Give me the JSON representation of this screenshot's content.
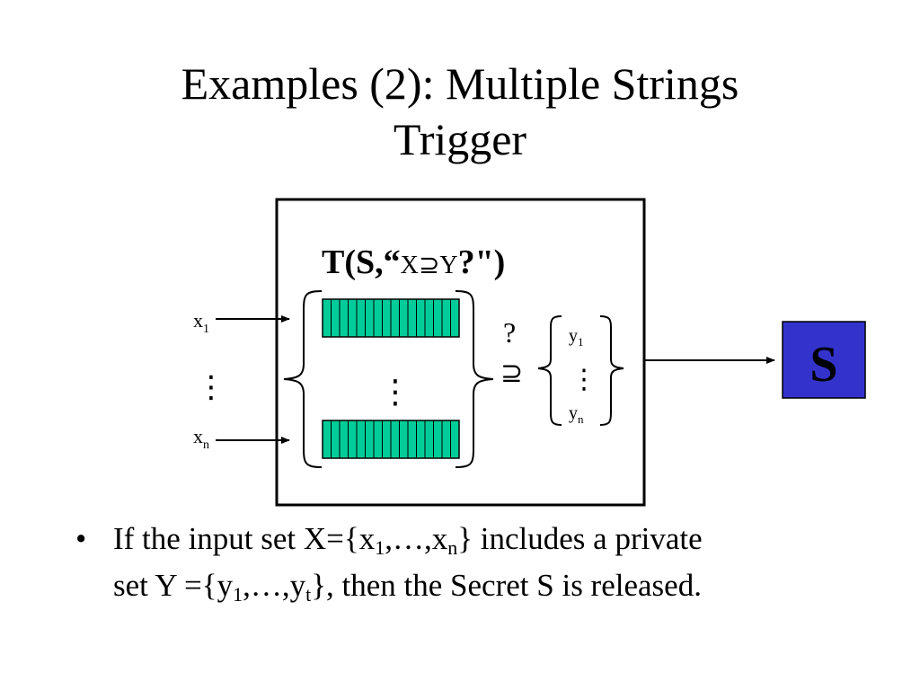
{
  "slide": {
    "title_line1": "Examples (2): Multiple Strings",
    "title_line2": "Trigger"
  },
  "diagram": {
    "trigger_label": {
      "prefix": "T(S,“",
      "x": "X",
      "superset": "⊇",
      "y": "Y",
      "suffix": "?\")"
    },
    "inputs": {
      "first": {
        "base": "x",
        "sub": "1"
      },
      "last": {
        "base": "x",
        "sub": "n"
      },
      "dots": "⋮"
    },
    "register_dots": "⋮",
    "question_mark": "?",
    "superset_symbol": "⊇",
    "private_set": {
      "first": {
        "base": "y",
        "sub": "1"
      },
      "last": {
        "base": "y",
        "sub": "n"
      },
      "dots": "⋮"
    },
    "secret_label": "S",
    "colors": {
      "register_fill": "#00cc99",
      "secret_fill": "#3333cc",
      "box_stroke": "#000000"
    },
    "register_cells": 16
  },
  "bullet": {
    "symbol": "•",
    "line1_a": "If the input set X={x",
    "line1_sub1": "1",
    "line1_b": ",…,x",
    "line1_sub2": "n",
    "line1_c": "} includes a private",
    "line2_a": "set Y ={y",
    "line2_sub1": "1",
    "line2_b": ",…,y",
    "line2_sub2": "t",
    "line2_c": "}, then the Secret S is released."
  }
}
